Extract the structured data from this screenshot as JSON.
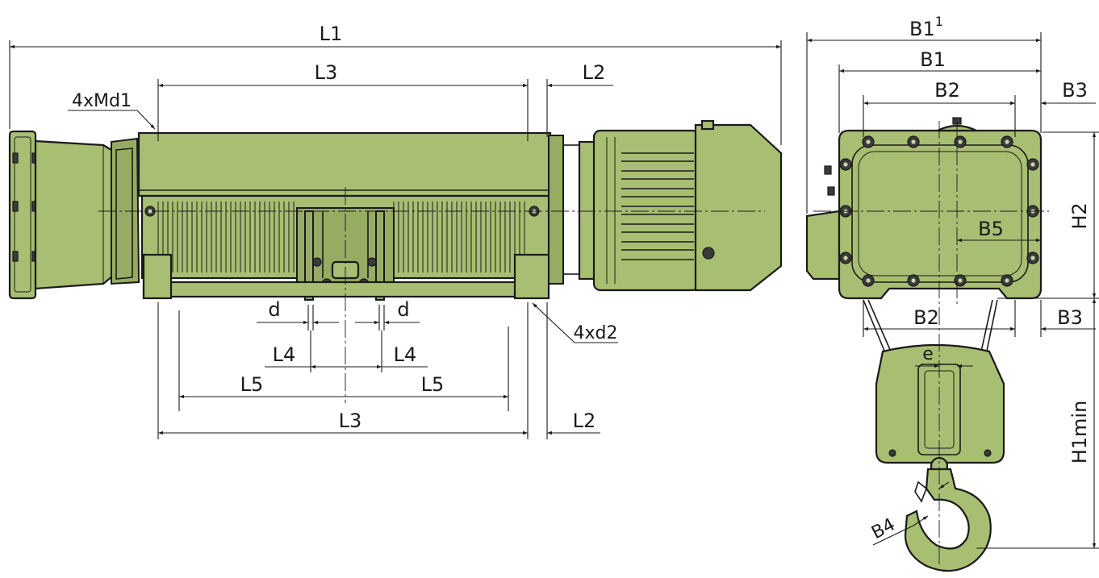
{
  "drawing": {
    "colors": {
      "body": "#a8be72",
      "body_dark": "#96ac62",
      "line": "#1a1a1a",
      "background": "#ffffff"
    }
  },
  "side_view": {
    "labels": {
      "L1": "L1",
      "L3_top": "L3",
      "L2_top": "L2",
      "Md1": "4xMd1",
      "d_left": "d",
      "d_right": "d",
      "L4_left": "L4",
      "L4_right": "L4",
      "L5_left": "L5",
      "L5_right": "L5",
      "L3_bottom": "L3",
      "L2_bottom": "L2",
      "d2": "4xd2"
    }
  },
  "end_view": {
    "labels": {
      "B1_sup_base": "B1",
      "B1_sup": "1",
      "B1": "B1",
      "B2_top": "B2",
      "B3_top": "B3",
      "H2": "H2",
      "B5": "B5",
      "B2_bottom": "B2",
      "B3_bottom": "B3",
      "e": "e",
      "H1min": "H1min",
      "B4": "B4"
    }
  }
}
